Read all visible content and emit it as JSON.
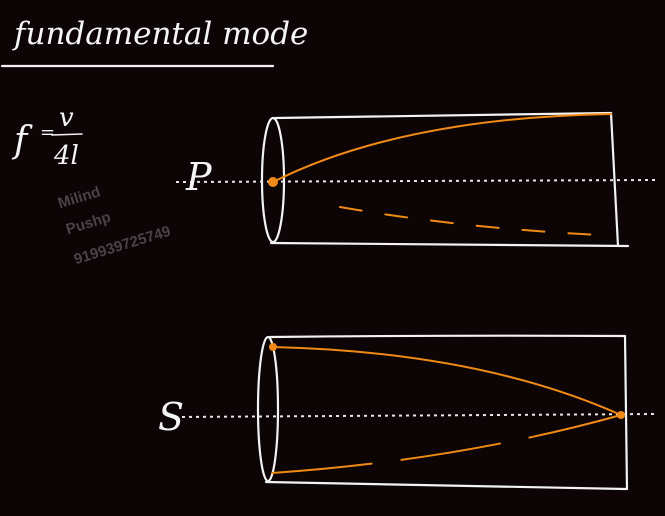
{
  "title": "fundamental mode",
  "formula": {
    "lhs": "f",
    "equals": "=",
    "numerator": "v",
    "denominator": "4l"
  },
  "labels": {
    "top_tube": "P",
    "bottom_tube": "S"
  },
  "watermark": {
    "line1": "Milind",
    "line2": "Pushp",
    "line3": "919939725749"
  },
  "colors": {
    "background": "#0d0406",
    "chalk": "#f2f2f2",
    "wave": "#f08a17",
    "watermark": "#4a4244"
  }
}
